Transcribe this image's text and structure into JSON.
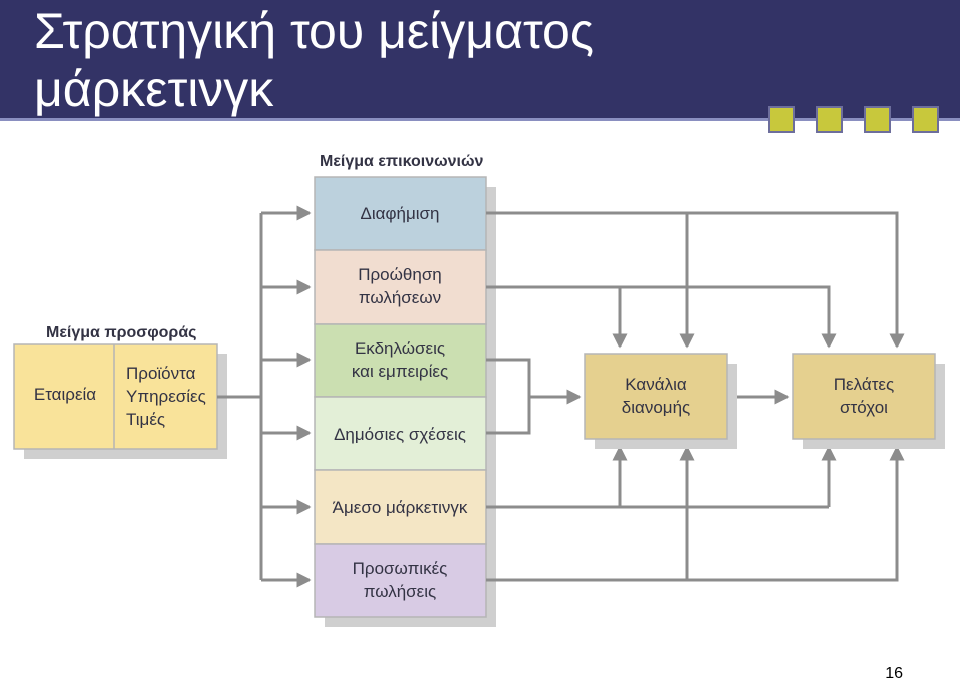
{
  "slide": {
    "title_line1": "Στρατηγική του μείγματος",
    "title_line2": "μάρκετινγκ",
    "page_number": "16",
    "accent_colors": {
      "header": "#333366",
      "squares": "#c8c83c"
    }
  },
  "diagram": {
    "communication_mix_title": "Μείγμα επικοινωνιών",
    "offer_mix_title": "Μείγμα προσφοράς",
    "offer_left": "Εταιρεία",
    "offer_right": [
      "Προϊόντα",
      "Υπηρεσίες",
      "Τιμές"
    ],
    "communication_items": [
      {
        "lines": [
          "Διαφήμιση"
        ],
        "color": "#bcd1dd"
      },
      {
        "lines": [
          "Προώθηση",
          "πωλήσεων"
        ],
        "color": "#f1ddd0"
      },
      {
        "lines": [
          "Εκδηλώσεις",
          "και εμπειρίες"
        ],
        "color": "#cbdfb1"
      },
      {
        "lines": [
          "Δημόσιες σχέσεις"
        ],
        "color": "#e3efd7"
      },
      {
        "lines": [
          "Άμεσο μάρκετινγκ"
        ],
        "color": "#f4e6c5"
      },
      {
        "lines": [
          "Προσωπικές",
          "πωλήσεις"
        ],
        "color": "#d8cbe4"
      }
    ],
    "channels": [
      "Κανάλια",
      "διανομής"
    ],
    "customers": [
      "Πελάτες",
      "στόχοι"
    ]
  }
}
